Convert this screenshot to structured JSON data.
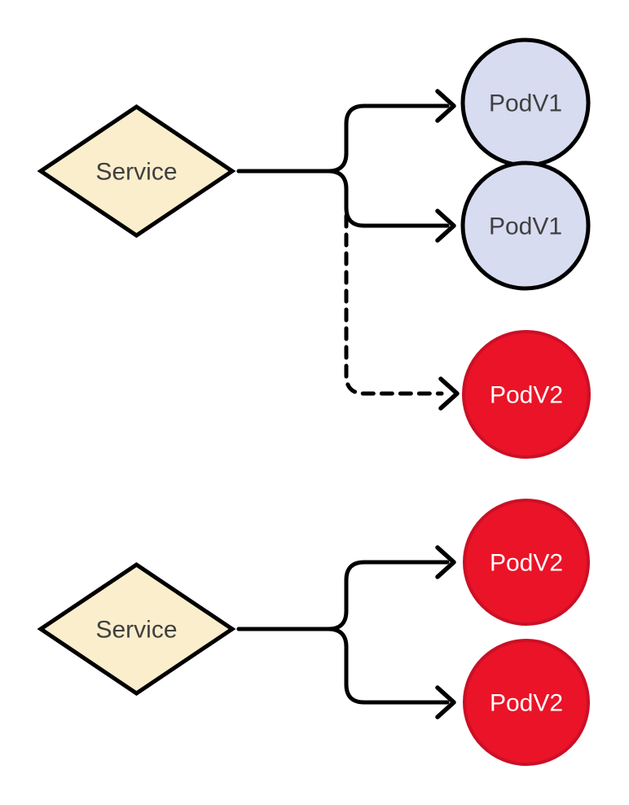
{
  "diagram": {
    "type": "kubernetes-service-routing-diagram",
    "colors": {
      "background": "#ffffff",
      "service_fill": "#fbeecc",
      "service_border": "#000000",
      "pod_v1_fill": "#d8dcf1",
      "pod_v1_border": "#000000",
      "pod_v2_fill": "#ea1327",
      "pod_v2_border": "#cb1026",
      "connector": "#000000",
      "label_dark": "#404040",
      "label_light": "#ffffff"
    },
    "sections": [
      {
        "name": "top-deployment",
        "service": {
          "label": "Service",
          "shape": "diamond"
        },
        "pods": [
          {
            "label": "PodV1",
            "shape": "circle",
            "connector": "solid-arrow"
          },
          {
            "label": "PodV1",
            "shape": "circle",
            "connector": "solid-arrow"
          },
          {
            "label": "PodV2",
            "shape": "circle",
            "connector": "dashed-arrow"
          }
        ]
      },
      {
        "name": "bottom-deployment",
        "service": {
          "label": "Service",
          "shape": "diamond"
        },
        "pods": [
          {
            "label": "PodV2",
            "shape": "circle",
            "connector": "solid-arrow"
          },
          {
            "label": "PodV2",
            "shape": "circle",
            "connector": "solid-arrow"
          }
        ]
      }
    ]
  }
}
